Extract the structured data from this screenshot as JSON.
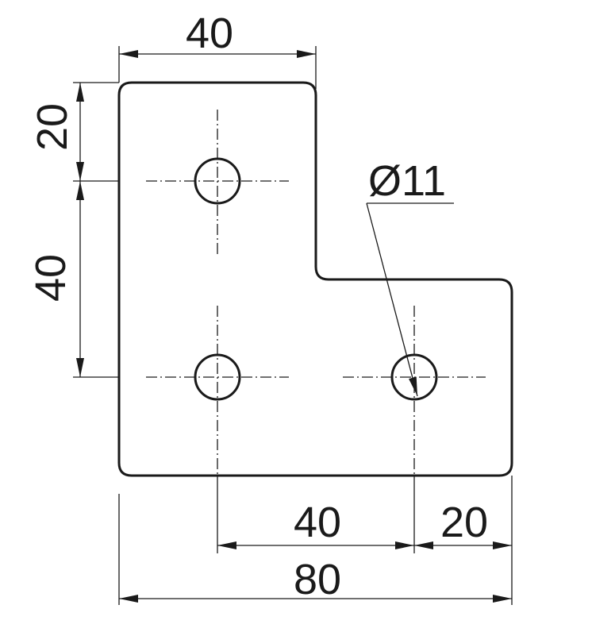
{
  "drawing": {
    "dimensions": {
      "top_width": "40",
      "top_offset": "20",
      "hole_spacing_vertical": "40",
      "hole_diameter": "Ø11",
      "hole_spacing_horizontal": "40",
      "right_offset": "20",
      "overall_width": "80"
    }
  }
}
